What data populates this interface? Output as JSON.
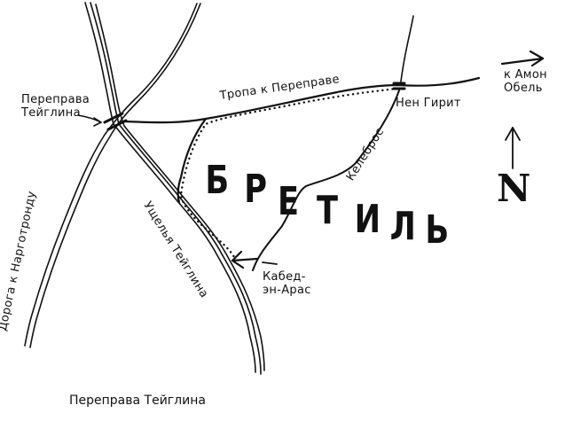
{
  "map": {
    "caption": "Переправа Тейглина",
    "region": {
      "name": "БРЕТИЛЬ",
      "letters": [
        "Б",
        "Р",
        "Е",
        "Т",
        "И",
        "Л",
        "Ь"
      ]
    },
    "labels": {
      "crossing": [
        "Переправа",
        "Тейглина"
      ],
      "trail": "Тропа к Переправе",
      "nen_girith": "Нен Гирит",
      "to_amon_obel": [
        "к Амон",
        "Обель"
      ],
      "celebros": "Келеброс",
      "ravines": "Ущелья Тейглина",
      "road": "Дорога к Нарготронду",
      "cabed": [
        "Кабед-",
        "эн-Арас"
      ]
    },
    "compass": {
      "letter": "N",
      "icon": "north-arrow-icon"
    },
    "colors": {
      "ink": "#111111",
      "paper": "#ffffff"
    }
  }
}
